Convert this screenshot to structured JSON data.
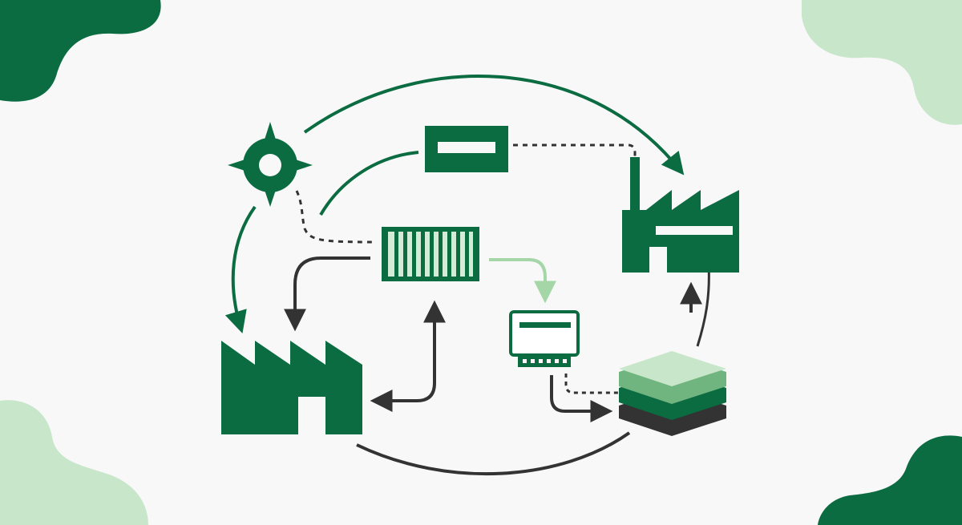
{
  "diagram": {
    "description_free": true,
    "nodes": [
      {
        "id": "compass",
        "icon": "compass-icon"
      },
      {
        "id": "label-box",
        "icon": "label-box-icon"
      },
      {
        "id": "container",
        "icon": "shipping-container-icon"
      },
      {
        "id": "factory-left",
        "icon": "factory-icon"
      },
      {
        "id": "factory-right",
        "icon": "factory-icon"
      },
      {
        "id": "device",
        "icon": "device-module-icon"
      },
      {
        "id": "layers",
        "icon": "layer-stack-icon"
      }
    ]
  },
  "colors": {
    "background": "#f8f8f8",
    "dark_green": "#0b6b41",
    "mid_green": "#70b57f",
    "light_green": "#c8e6c9",
    "dark_gray": "#333333"
  }
}
